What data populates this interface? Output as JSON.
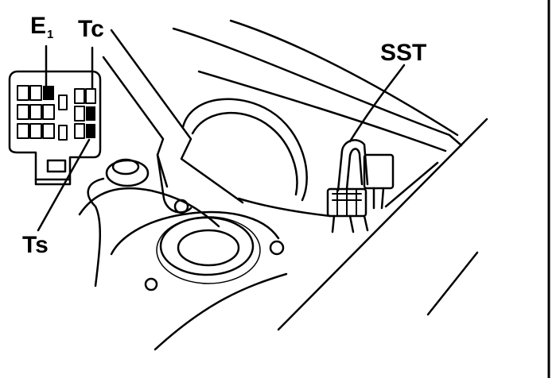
{
  "labels": {
    "e1": "E",
    "e1_sub": "1",
    "tc": "Tc",
    "sst": "SST",
    "ts": "Ts"
  },
  "colors": {
    "ink": "#000000",
    "paper": "#ffffff"
  }
}
